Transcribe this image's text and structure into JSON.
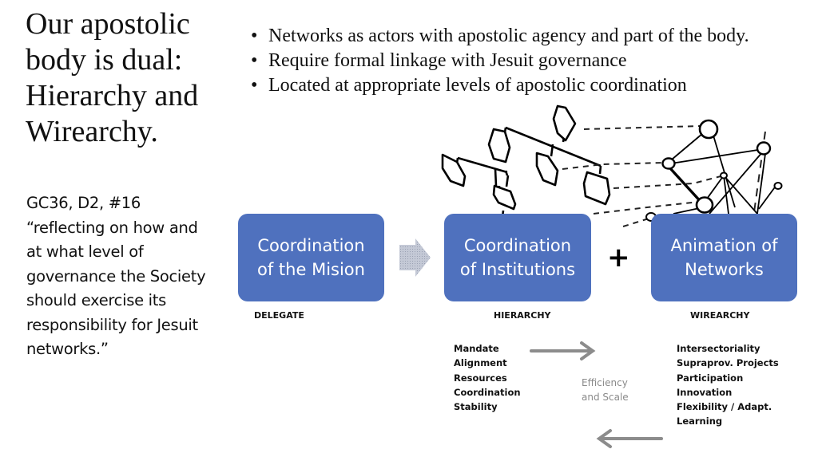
{
  "slide": {
    "title": "Our apostolic body is dual: Hierarchy and Wirearchy.",
    "quote": "GC36, D2, #16 “reflecting on how and at what level of governance the Society should exercise its responsibility for Jesuit networks.”",
    "bullets": [
      "Networks as actors with apostolic agency and part of the body.",
      "Require formal linkage with Jesuit governance",
      "Located at appropriate levels of apostolic coordination"
    ],
    "bullet_glyph": "•"
  },
  "diagram": {
    "boxes": [
      {
        "line1": "Coordination",
        "line2": "of the Mision",
        "label": "DELEGATE"
      },
      {
        "line1": "Coordination",
        "line2": "of Institutions",
        "label": "HIERARCHY"
      },
      {
        "line1": "Animation of",
        "line2": "Networks",
        "label": "WIREARCHY"
      }
    ],
    "plus": "+",
    "hierarchy_attributes": [
      "Mandate",
      "Alignment",
      "Resources",
      "Coordination",
      "Stability"
    ],
    "wirearchy_attributes": [
      "Intersectoriality",
      "Supraprov. Projects",
      "Participation",
      "Innovation",
      "Flexibility / Adapt.",
      "Learning"
    ],
    "exchange_label_line1": "Efficiency",
    "exchange_label_line2": "and Scale",
    "icons": {
      "flow_arrow": "right-block-arrow-icon",
      "forward": "arrow-right-icon",
      "back": "arrow-left-icon",
      "hierarchy": "org-chart-icon",
      "network": "network-graph-icon"
    },
    "colors": {
      "box_fill": "#4f71be",
      "box_text": "#ffffff",
      "flow_arrow": "#b9bfcc",
      "exchange_arrow": "#8c8c8c",
      "exchange_label": "#8a8a8a"
    }
  }
}
